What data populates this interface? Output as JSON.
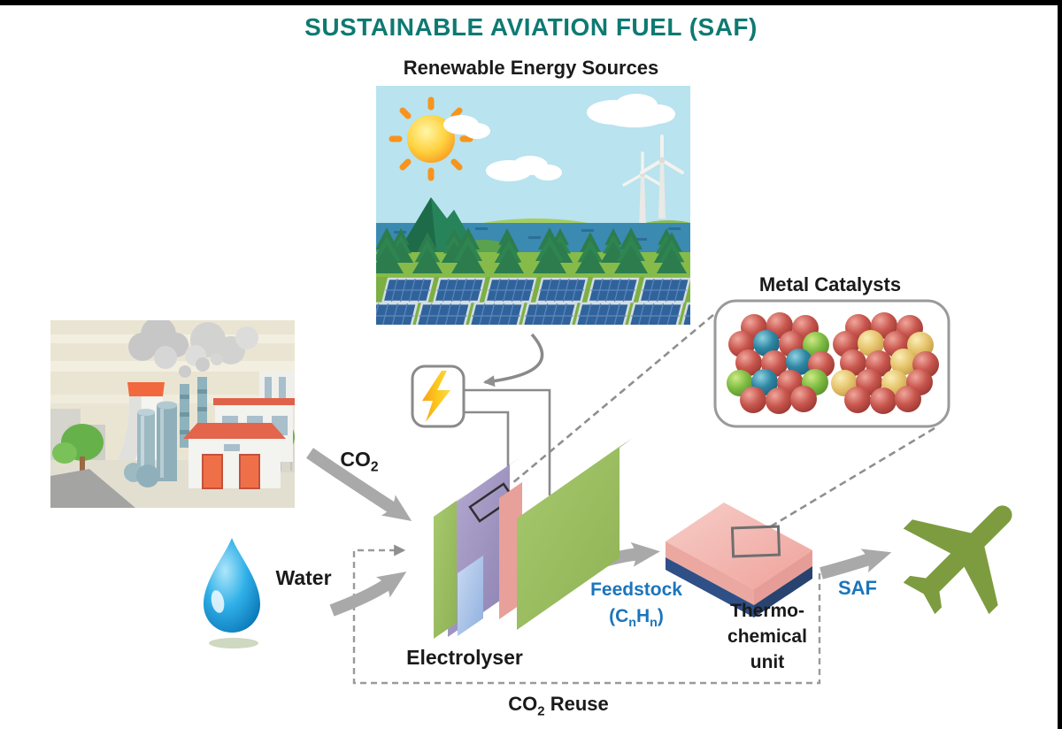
{
  "title": "SUSTAINABLE AVIATION FUEL (SAF)",
  "diagram": {
    "renewable_label": "Renewable Energy Sources",
    "catalysts_label": "Metal Catalysts",
    "co2": {
      "base": "CO",
      "sub": "2"
    },
    "water": "Water",
    "electrolyser": "Electrolyser",
    "feedstock": {
      "title": "Feedstock",
      "f1": "(C",
      "fs1": "n",
      "f2": "H",
      "fs2": "n",
      "f3": ")"
    },
    "thermo": {
      "l1": "Thermo-",
      "l2": "chemical",
      "l3": "unit"
    },
    "saf": "SAF",
    "co2_reuse": {
      "base": "CO",
      "sub": "2",
      "rest": " Reuse"
    }
  },
  "colors": {
    "title_teal": "#0E7A72",
    "label_blue": "#1B75BB",
    "text_black": "#1A1A1A",
    "arrow_gray": "#A9A9A9",
    "line_gray": "#8F8F8F",
    "plane_green": "#7D9C3F",
    "bolt_yellow": "#FCD018",
    "catalyst_red": "#C14F48",
    "catalyst_blue": "#2E86A3",
    "catalyst_green": "#7FBC42",
    "catalyst_yellow": "#E6C56E",
    "droplet_blue": "#30B0E8"
  }
}
